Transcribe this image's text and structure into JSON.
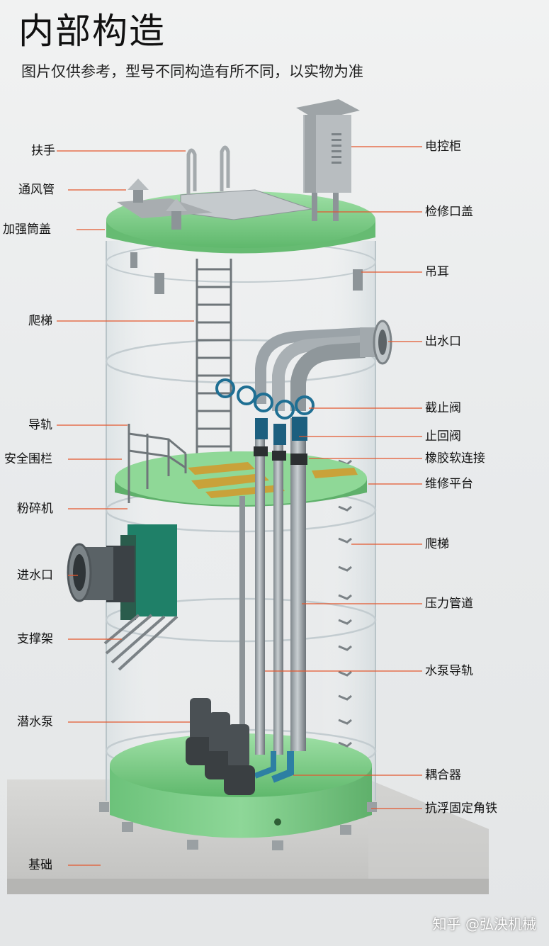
{
  "header": {
    "title": "内部构造",
    "subtitle": "图片仅供参考，型号不同构造有所不同，以实物为准"
  },
  "labels": {
    "handrail": "扶手",
    "vent_pipe": "通风管",
    "reinforced_cover": "加强筒盖",
    "ladder_upper": "爬梯",
    "guide_rail": "导轨",
    "safety_fence": "安全围栏",
    "crusher": "粉碎机",
    "water_inlet": "进水口",
    "support_frame": "支撑架",
    "submersible_pump": "潜水泵",
    "foundation": "基础",
    "control_cabinet": "电控柜",
    "inspection_cover": "检修口盖",
    "lifting_lug": "吊耳",
    "water_outlet": "出水口",
    "gate_valve": "截止阀",
    "check_valve": "止回阀",
    "rubber_joint": "橡胶软连接",
    "maintenance_platform": "维修平台",
    "ladder_lower": "爬梯",
    "pressure_pipe": "压力管道",
    "pump_guide_rail": "水泵导轨",
    "coupler": "耦合器",
    "anti_float_angle": "抗浮固定角铁"
  },
  "watermark": "知乎 @弘泱机械",
  "colors": {
    "accent_green": "#7fd08a",
    "leader_line": "#e4572e",
    "pipe_gray": "#9ba3a8",
    "valve_blue": "#1f6f93"
  }
}
